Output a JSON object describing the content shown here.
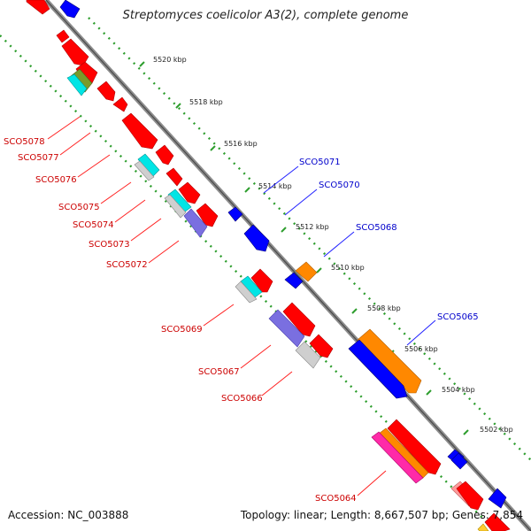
{
  "title": "Streptomyces coelicolor A3(2), complete genome",
  "accession": "Accession: NC_003888",
  "topology": "Topology: linear; Length: 8,667,507 bp; Genes: 7,854",
  "colors": {
    "backbone": "#8c8c8c",
    "tick_dots": "#2e9e2e",
    "forward_label": "#cc0000",
    "reverse_label": "#0000cc",
    "gene_red": "#ff0000",
    "gene_blue": "#0000ff",
    "gene_orange": "#ff8800",
    "gene_cyan": "#00e5e5",
    "gene_grey": "#cfcfcf",
    "gene_purple": "#7a6fe0",
    "gene_pink": "#ff2aa8",
    "gene_olive": "#7a9a2a"
  },
  "ticks": [
    "5520 kbp",
    "5518 kbp",
    "5516 kbp",
    "5514 kbp",
    "5512 kbp",
    "5510 kbp",
    "5508 kbp",
    "5506 kbp",
    "5504 kbp",
    "5502 kbp"
  ],
  "forward_labels": [
    "SCO5078",
    "SCO5077",
    "SCO5076",
    "SCO5075",
    "SCO5074",
    "SCO5073",
    "SCO5072",
    "SCO5069",
    "SCO5067",
    "SCO5066",
    "SCO5064"
  ],
  "reverse_labels": [
    "SCO5071",
    "SCO5070",
    "SCO5068",
    "SCO5065"
  ]
}
